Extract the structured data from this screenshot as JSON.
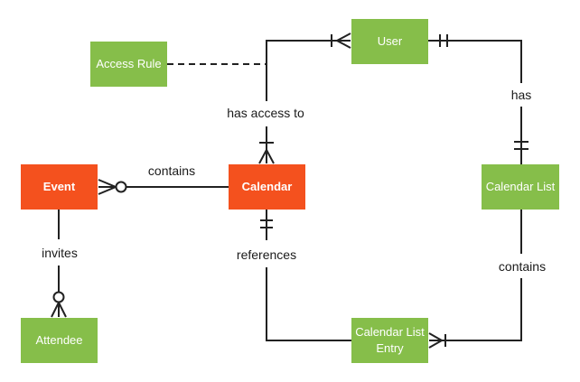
{
  "diagram": {
    "type": "entity-relationship-diagram",
    "colors": {
      "entity_orange": "#F4511E",
      "entity_green": "#86BE4A",
      "line": "#212121",
      "label_text": "#1a1a1a",
      "background": "#ffffff",
      "entity_text": "#ffffff"
    },
    "entities": {
      "access_rule": {
        "label": "Access Rule",
        "color": "#86BE4A"
      },
      "user": {
        "label": "User",
        "color": "#86BE4A"
      },
      "event": {
        "label": "Event",
        "color": "#F4511E"
      },
      "calendar": {
        "label": "Calendar",
        "color": "#F4511E"
      },
      "calendar_list": {
        "label": "Calendar List",
        "color": "#86BE4A"
      },
      "attendee": {
        "label": "Attendee",
        "color": "#86BE4A"
      },
      "calendar_list_entry": {
        "label": "Calendar List Entry",
        "color": "#86BE4A"
      }
    },
    "relationships": {
      "event_contains_calendar": {
        "label": "contains",
        "from": "Event",
        "to": "Calendar",
        "notation": "zero-or-many at Event end"
      },
      "event_invites_attendee": {
        "label": "invites",
        "from": "Event",
        "to": "Attendee",
        "notation": "zero-or-many at Attendee end"
      },
      "calendar_has_access_to_user": {
        "label": "has access to",
        "from": "Calendar",
        "to": "User",
        "notation": "one-or-many at both ends"
      },
      "access_rule_attachment": {
        "label": "",
        "from": "Access Rule",
        "to": "has access to line",
        "notation": "dashed connector"
      },
      "user_has_calendar_list": {
        "label": "has",
        "from": "User",
        "to": "Calendar List",
        "notation": "one-and-only-one at both ends"
      },
      "calendar_list_contains_entry": {
        "label": "contains",
        "from": "Calendar List",
        "to": "Calendar List Entry",
        "notation": "one-or-many at entry end"
      },
      "calendar_references_entry": {
        "label": "references",
        "from": "Calendar",
        "to": "Calendar List Entry",
        "notation": "one-and-only-one at Calendar end"
      }
    }
  }
}
